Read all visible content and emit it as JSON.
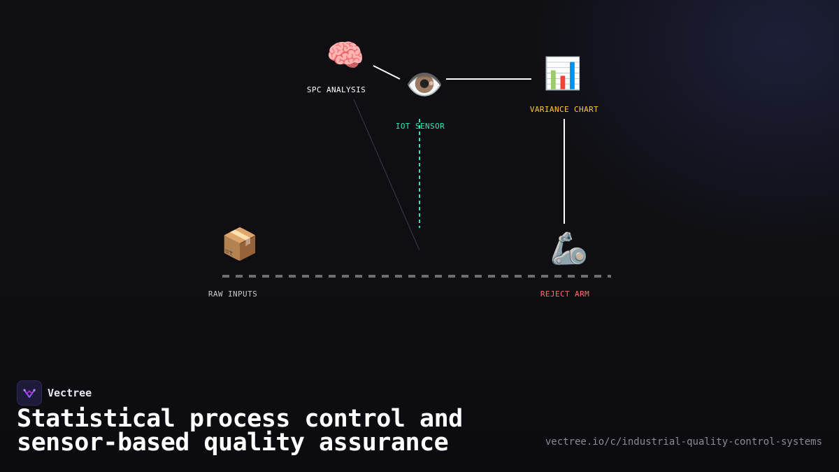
{
  "diagram": {
    "nodes": {
      "spc_analysis": {
        "label": "SPC ANALYSIS",
        "icon": "🧠",
        "icon_name": "brain-icon",
        "color": "#ffffff"
      },
      "iot_sensor": {
        "label": "IOT SENSOR",
        "icon": "👁️",
        "icon_name": "eye-icon",
        "color": "#2ee6b0"
      },
      "variance_chart": {
        "label": "VARIANCE CHART",
        "icon": "📊",
        "icon_name": "bar-chart-icon",
        "color": "#ffc83a"
      },
      "raw_inputs": {
        "label": "RAW INPUTS",
        "icon": "📦",
        "icon_name": "package-icon",
        "color": "#c8c8cc"
      },
      "reject_arm": {
        "label": "REJECT ARM",
        "icon": "🦾",
        "icon_name": "robotic-arm-icon",
        "color": "#ff6b6b"
      }
    },
    "colors": {
      "conveyor": "#6e6e72",
      "sensor_link": "#2ee6b0",
      "link": "#ffffff",
      "faint_link": "#3a3a44"
    }
  },
  "footer": {
    "brand_name": "Vectree",
    "title": "Statistical process control and sensor-based quality assurance",
    "url": "vectree.io/c/industrial-quality-control-systems"
  }
}
